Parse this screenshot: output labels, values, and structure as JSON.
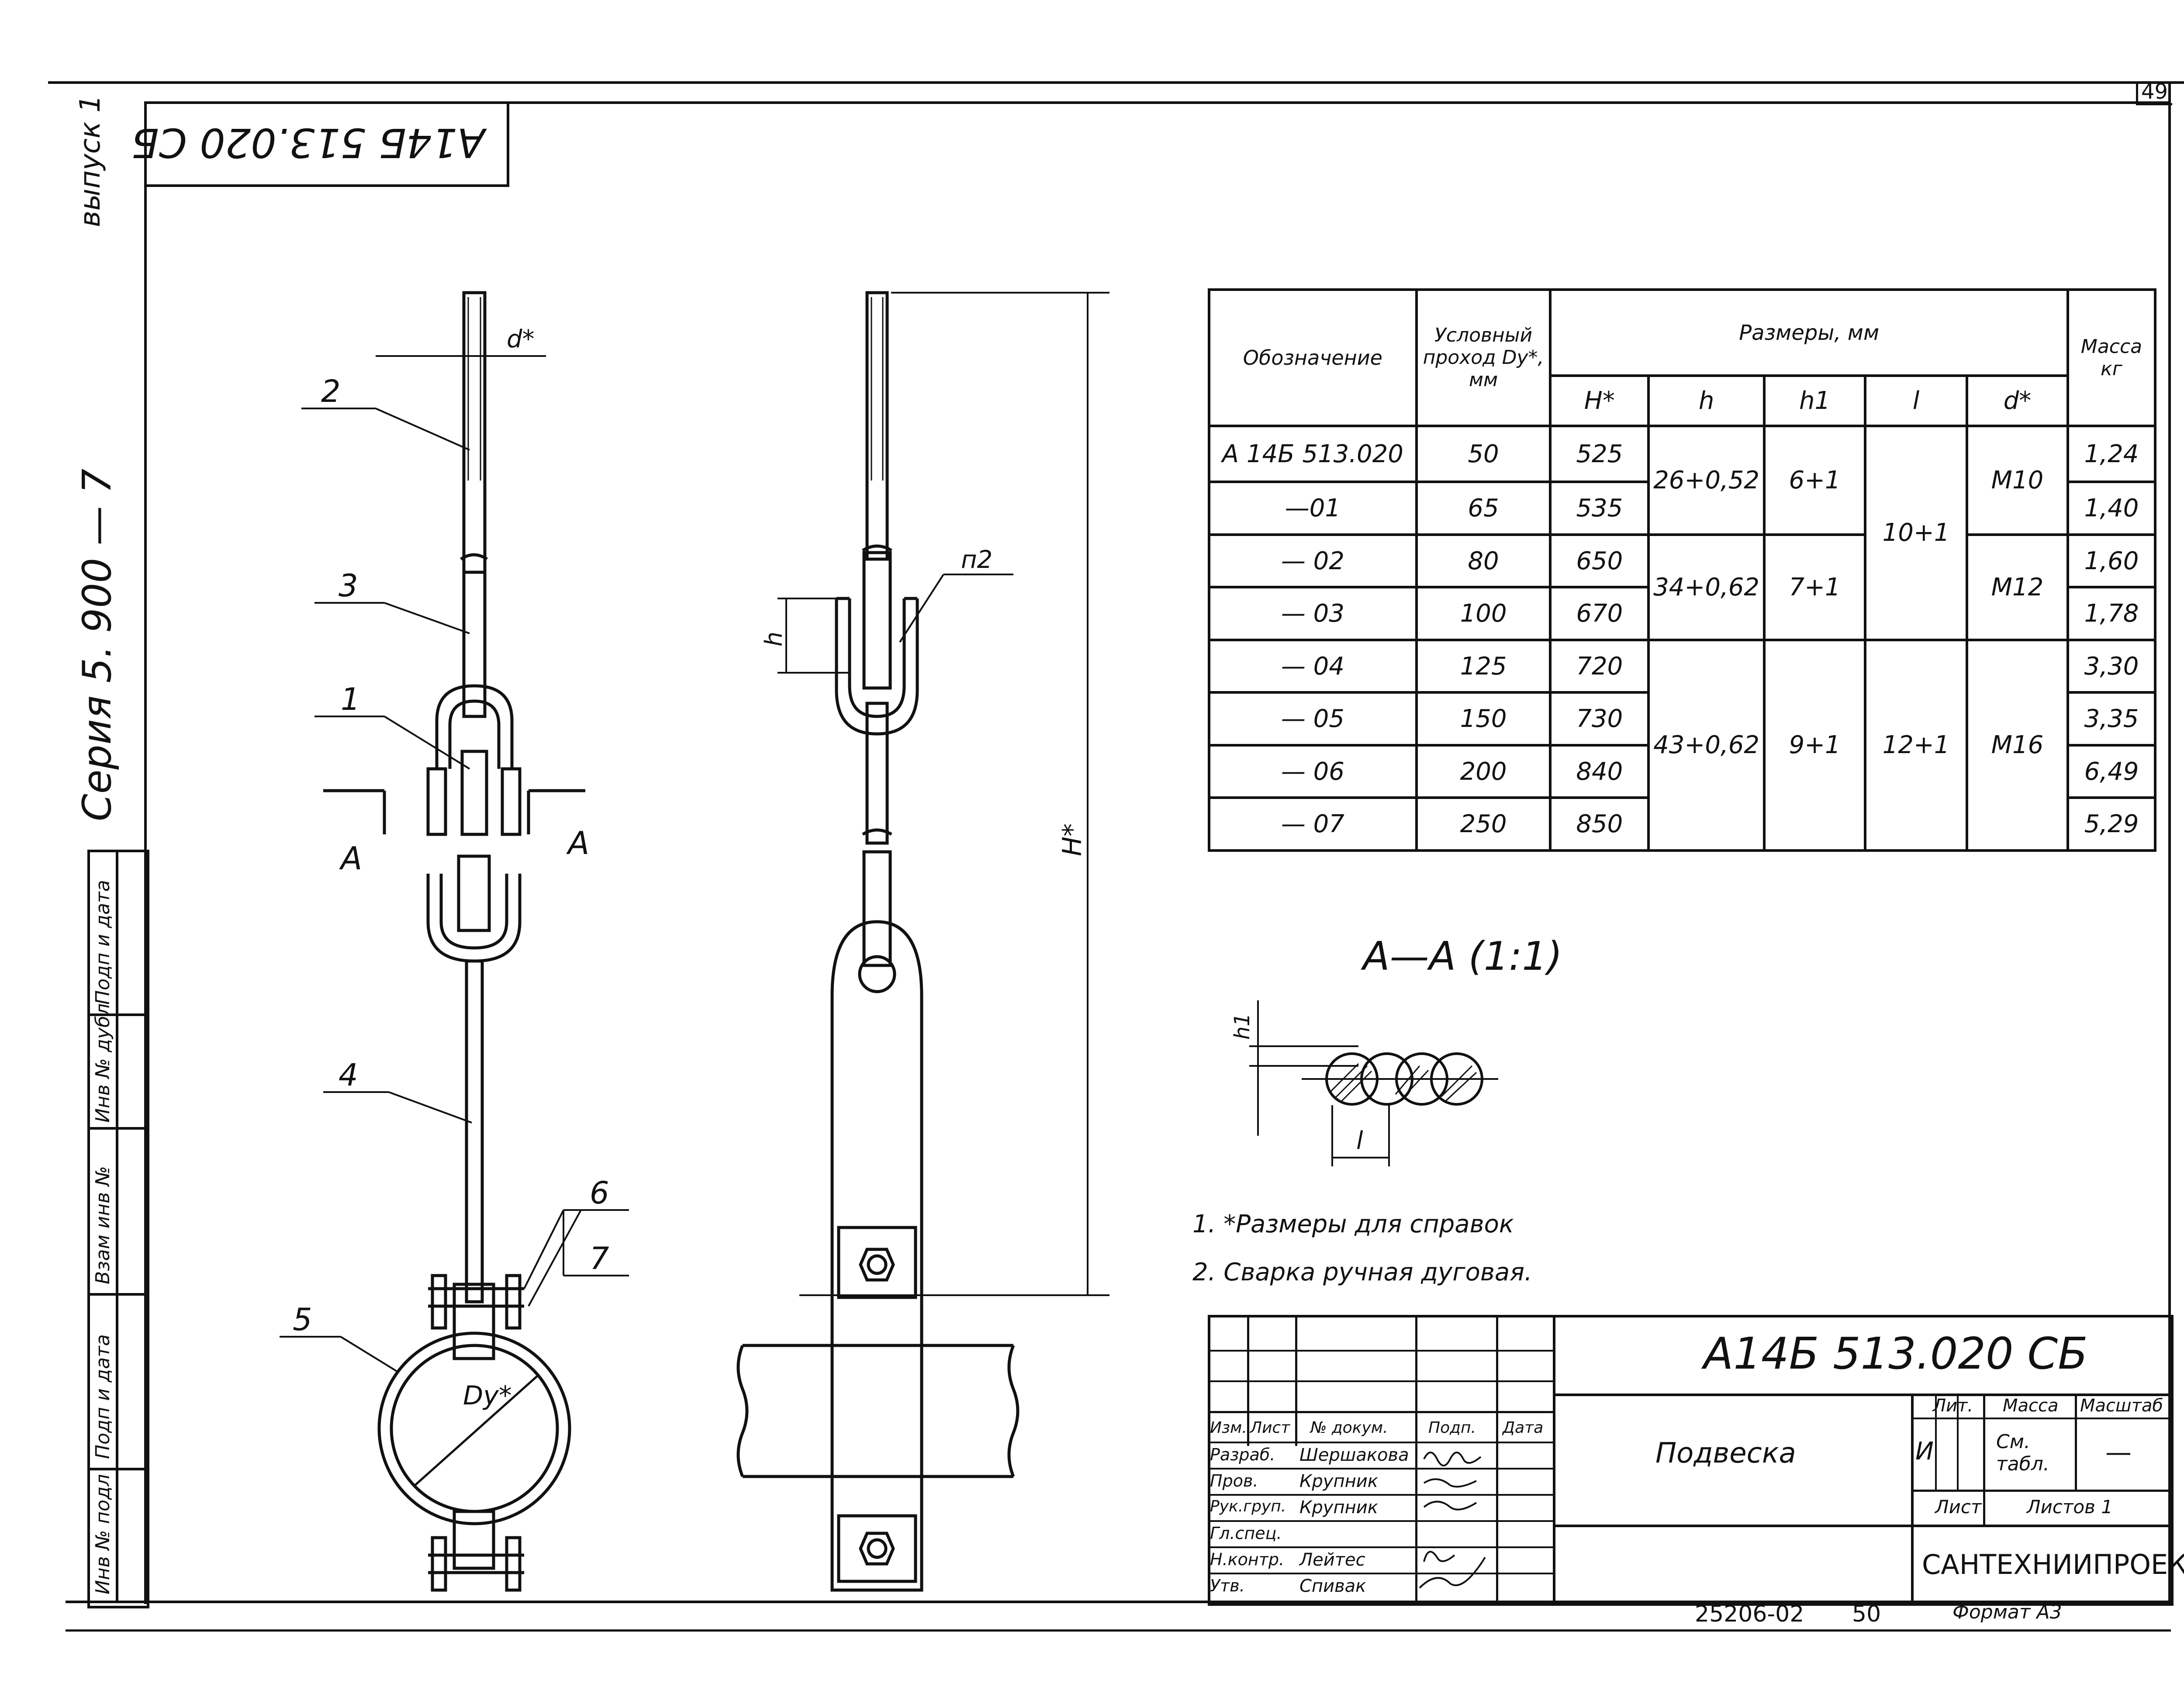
{
  "sheet_number": "49",
  "drawing_code_mirrored": "А14Б 513.020 СБ",
  "side_labels": {
    "issue": "выпуск 1",
    "series": "Серия   5. 900 — 7"
  },
  "stamp_column": [
    "Подп и дата",
    "Взам инв №",
    "Инв № дубл",
    "Подп и дата",
    "Инв № подл"
  ],
  "callouts": {
    "c1": "1",
    "c2": "2",
    "c3": "3",
    "c4": "4",
    "c5": "5",
    "c6": "6",
    "c7": "7"
  },
  "dim_labels": {
    "d": "d*",
    "dy": "Dy*",
    "section_left": "А",
    "section_right": "А",
    "H": "H*",
    "h": "h",
    "n2": "п2",
    "h1": "h1",
    "l": "l"
  },
  "section_title": "А—А (1:1)",
  "table": {
    "header": {
      "designation": "Обозначение",
      "passage": "Условный проход Dy*, мм",
      "dimensions": "Размеры, мм",
      "mass": "Масса кг",
      "H": "H*",
      "h": "h",
      "h1": "h1",
      "l": "l",
      "d": "d*"
    },
    "rows": [
      {
        "designation": "А 14Б 513.020",
        "dy": "50",
        "H": "525",
        "mass": "1,24"
      },
      {
        "designation": "—01",
        "dy": "65",
        "H": "535",
        "mass": "1,40"
      },
      {
        "designation": "— 02",
        "dy": "80",
        "H": "650",
        "mass": "1,60"
      },
      {
        "designation": "— 03",
        "dy": "100",
        "H": "670",
        "mass": "1,78"
      },
      {
        "designation": "— 04",
        "dy": "125",
        "H": "720",
        "mass": "3,30"
      },
      {
        "designation": "— 05",
        "dy": "150",
        "H": "730",
        "mass": "3,35"
      },
      {
        "designation": "— 06",
        "dy": "200",
        "H": "840",
        "mass": "6,49"
      },
      {
        "designation": "— 07",
        "dy": "250",
        "H": "850",
        "mass": "5,29"
      }
    ],
    "merged": {
      "h_g1": "26+0,52",
      "h_g2": "34+0,62",
      "h_g3": "43+0,62",
      "h1_g1": "6+1",
      "h1_g2": "7+1",
      "h1_g3": "9+1",
      "l_g1": "10+1",
      "l_g2": "12+1",
      "d_g1": "М10",
      "d_g2": "М12",
      "d_g3": "М16"
    }
  },
  "notes": [
    "1. *Размеры для справок",
    "2. Сварка ручная дуговая."
  ],
  "title_block": {
    "code": "А14Б 513.020 СБ",
    "name": "Подвеска",
    "org": "САНТЕХНИИПРОЕКТ",
    "lit_label": "Лит.",
    "mass_label": "Масса",
    "scale_label": "Масштаб",
    "lit_value": "И",
    "mass_value": "См. табл.",
    "scale_value": "—",
    "sheet_label": "Лист",
    "sheets_label": "Листов 1",
    "col_headers": [
      "Изм.",
      "Лист",
      "№ докум.",
      "Подп.",
      "Дата"
    ],
    "roles": [
      {
        "role": "Разраб.",
        "name": "Шершакова"
      },
      {
        "role": "Пров.",
        "name": "Крупник"
      },
      {
        "role": "Рук.груп.",
        "name": "Крупник"
      },
      {
        "role": "Гл.спец.",
        "name": ""
      },
      {
        "role": "Н.контр.",
        "name": "Лейтес"
      },
      {
        "role": "Утв.",
        "name": "Спивак"
      }
    ]
  },
  "footer": {
    "doc_no": "25206-02",
    "page": "50",
    "format": "Формат А3"
  }
}
